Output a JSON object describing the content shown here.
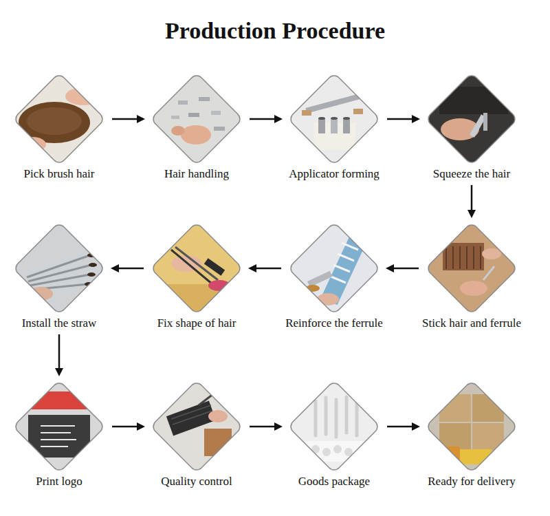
{
  "diagram": {
    "title": "Production Procedure",
    "nodes": [
      {
        "text": [
          "Pick brush hair"
        ]
      },
      {
        "text": [
          "Hair handling"
        ]
      },
      {
        "text": [
          "Applicator forming"
        ]
      },
      {
        "text": [
          "Squeeze the hair"
        ]
      },
      {
        "text": [
          "Install the straw"
        ]
      },
      {
        "text": [
          "Fix shape of hair"
        ]
      },
      {
        "text": [
          "Reinforce the ferrule"
        ]
      },
      {
        "text": [
          "Stick hair and ferrule"
        ]
      },
      {
        "text": [
          "Print logo"
        ]
      },
      {
        "text": [
          "Quality control"
        ]
      },
      {
        "text": [
          "Goods package"
        ]
      },
      {
        "text": [
          "Ready for delivery"
        ]
      }
    ],
    "edges": [
      {
        "from": 0,
        "to": 1,
        "arrow": "to"
      },
      {
        "from": 1,
        "to": 2,
        "arrow": "to"
      },
      {
        "from": 2,
        "to": 3,
        "arrow": "to"
      },
      {
        "from": 3,
        "to": 7,
        "arrow": "to"
      },
      {
        "from": 7,
        "to": 6,
        "arrow": "to"
      },
      {
        "from": 6,
        "to": 5,
        "arrow": "to"
      },
      {
        "from": 5,
        "to": 4,
        "arrow": "to"
      },
      {
        "from": 4,
        "to": 8,
        "arrow": "to"
      },
      {
        "from": 8,
        "to": 9,
        "arrow": "to"
      },
      {
        "from": 9,
        "to": 10,
        "arrow": "to"
      },
      {
        "from": 10,
        "to": 11,
        "arrow": "to"
      }
    ]
  }
}
